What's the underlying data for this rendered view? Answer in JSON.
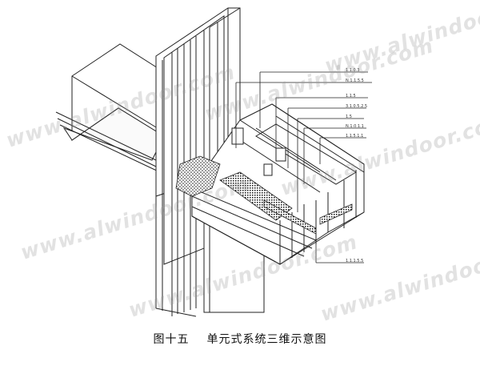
{
  "caption": {
    "figure_no": "图十五",
    "title": "单元式系统三维示意图"
  },
  "watermark": {
    "text": "www.alwindoor.com"
  },
  "callouts": [
    "1.1.0.3",
    "N.1.1.5.5",
    "1.1.5",
    "3.1.0.5.2.5",
    "1.5",
    "N.1.0.1.1",
    "1.1.5.1.1",
    "1.1.1.5.5"
  ],
  "colors": {
    "line": "#222222",
    "hatch": "#333333",
    "watermark": "#969696"
  }
}
